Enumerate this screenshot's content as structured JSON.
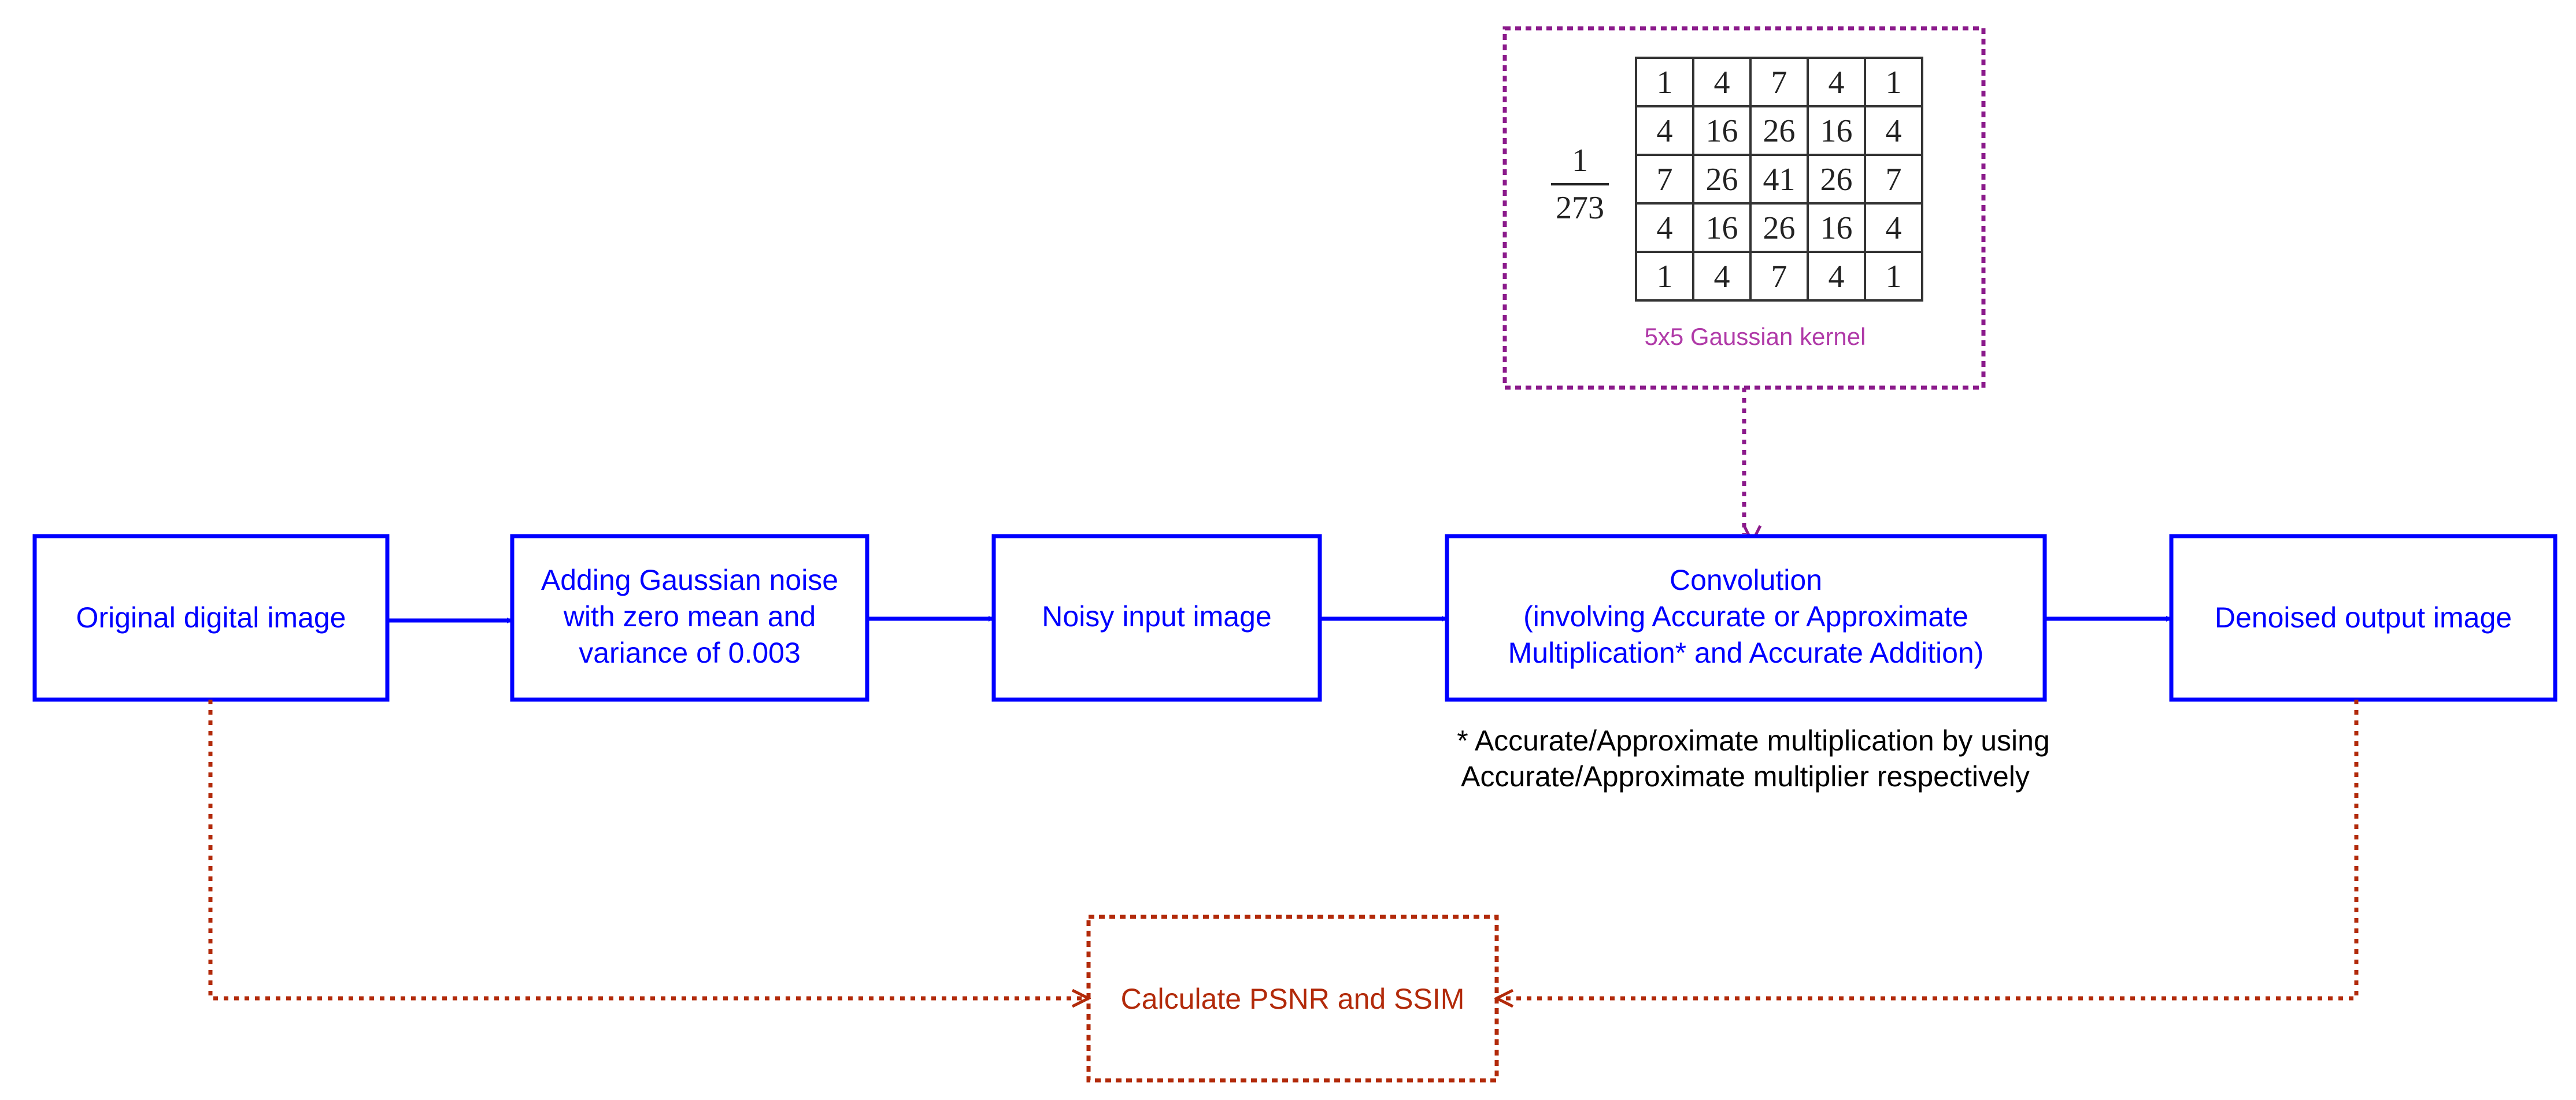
{
  "diagram": {
    "boxes": {
      "original": "Original digital image",
      "adding_noise": [
        "Adding Gaussian noise",
        "with zero mean and",
        "variance of 0.003"
      ],
      "noisy": "Noisy input image",
      "convolution": [
        "Convolution",
        "(involving Accurate or Approximate",
        "Multiplication* and Accurate Addition)"
      ],
      "denoised": "Denoised output image",
      "calculate": "Calculate PSNR and SSIM"
    },
    "footnote": [
      "* Accurate/Approximate multiplication by using",
      "Accurate/Approximate multiplier respectively"
    ],
    "kernel": {
      "caption": "5x5 Gaussian kernel",
      "fraction_numerator": "1",
      "fraction_denominator": "273",
      "matrix": [
        [
          "1",
          "4",
          "7",
          "4",
          "1"
        ],
        [
          "4",
          "16",
          "26",
          "16",
          "4"
        ],
        [
          "7",
          "26",
          "41",
          "26",
          "7"
        ],
        [
          "4",
          "16",
          "26",
          "16",
          "4"
        ],
        [
          "1",
          "4",
          "7",
          "4",
          "1"
        ]
      ]
    },
    "colors": {
      "process_blue": "#0000ff",
      "kernel_purple": "#8b1a8b",
      "kernel_caption": "#b03aa8",
      "evaluation_red": "#b22a0a"
    }
  }
}
